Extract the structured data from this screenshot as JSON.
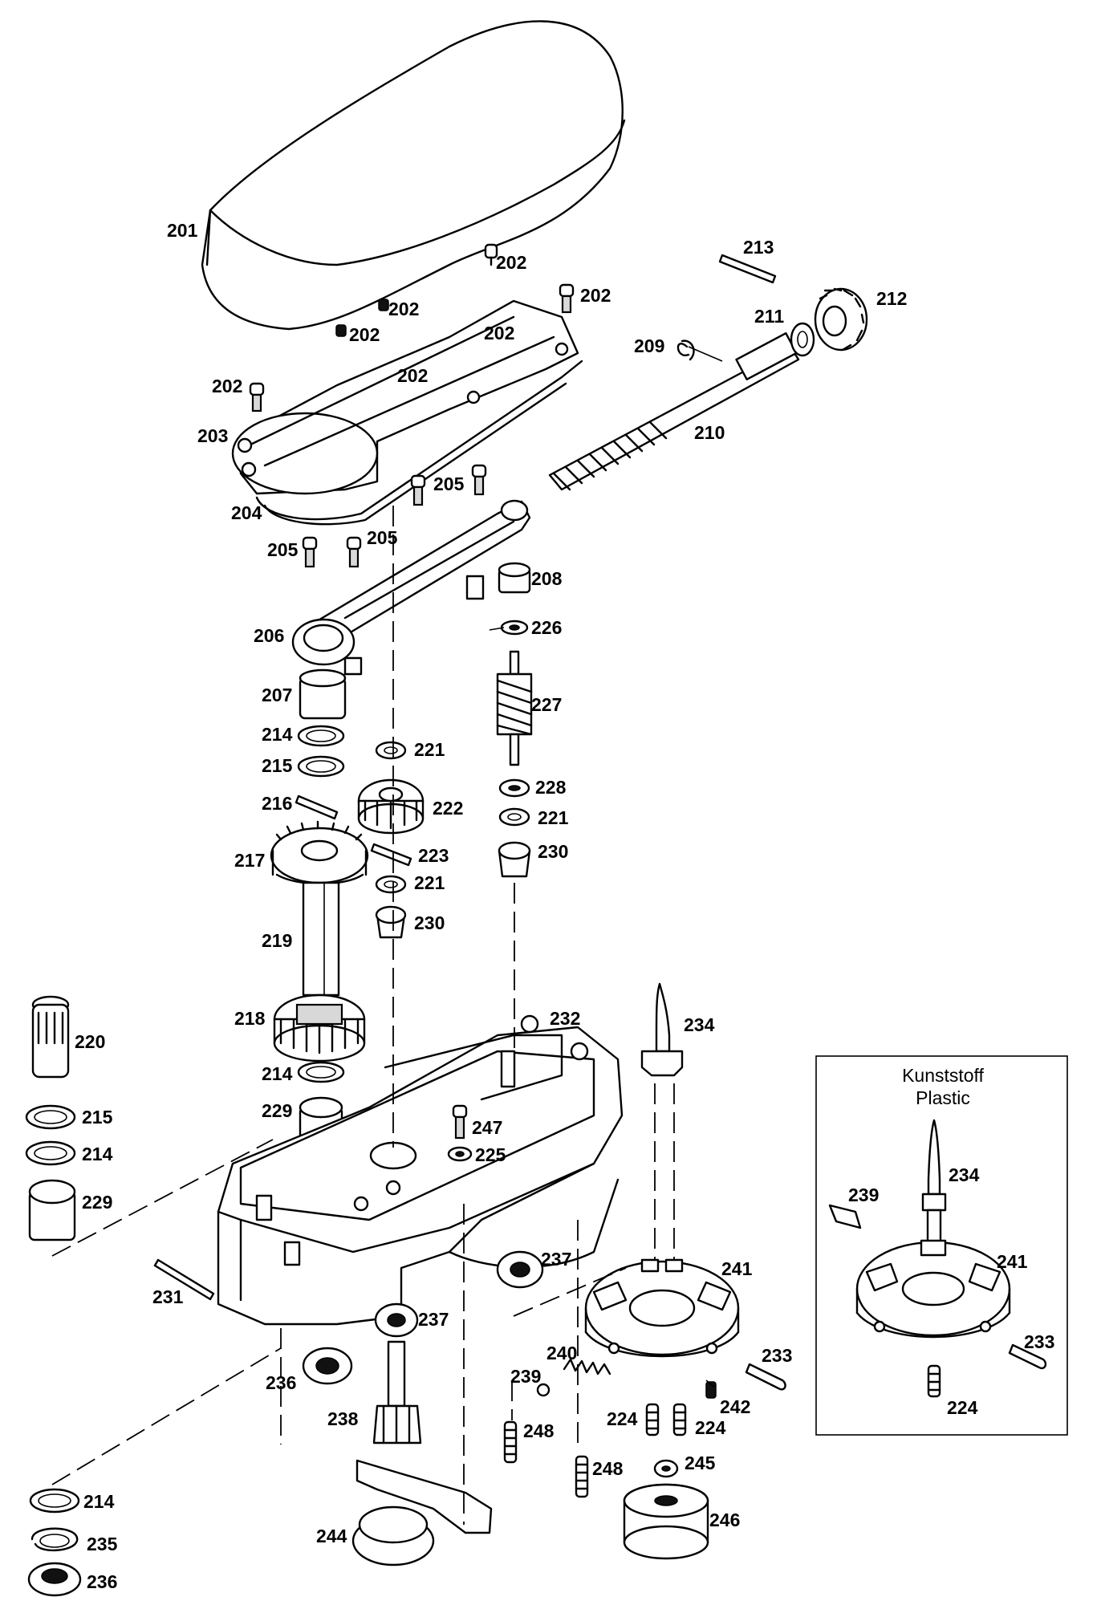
{
  "inset": {
    "title_line1": "Kunststoff",
    "title_line2": "Plastic"
  },
  "labels": [
    {
      "id": "l201",
      "text": "201"
    },
    {
      "id": "l202a",
      "text": "202"
    },
    {
      "id": "l202b",
      "text": "202"
    },
    {
      "id": "l202c",
      "text": "202"
    },
    {
      "id": "l202d",
      "text": "202"
    },
    {
      "id": "l202e",
      "text": "202"
    },
    {
      "id": "l202f",
      "text": "202"
    },
    {
      "id": "l202g",
      "text": "202"
    },
    {
      "id": "l202h",
      "text": "202"
    },
    {
      "id": "l203",
      "text": "203"
    },
    {
      "id": "l204",
      "text": "204"
    },
    {
      "id": "l205a",
      "text": "205"
    },
    {
      "id": "l205b",
      "text": "205"
    },
    {
      "id": "l205c",
      "text": "205"
    },
    {
      "id": "l206",
      "text": "206"
    },
    {
      "id": "l207",
      "text": "207"
    },
    {
      "id": "l208",
      "text": "208"
    },
    {
      "id": "l209",
      "text": "209"
    },
    {
      "id": "l210",
      "text": "210"
    },
    {
      "id": "l211",
      "text": "211"
    },
    {
      "id": "l212",
      "text": "212"
    },
    {
      "id": "l213",
      "text": "213"
    },
    {
      "id": "l214a",
      "text": "214"
    },
    {
      "id": "l214b",
      "text": "214"
    },
    {
      "id": "l214c",
      "text": "214"
    },
    {
      "id": "l214d",
      "text": "214"
    },
    {
      "id": "l215a",
      "text": "215"
    },
    {
      "id": "l215b",
      "text": "215"
    },
    {
      "id": "l216",
      "text": "216"
    },
    {
      "id": "l217",
      "text": "217"
    },
    {
      "id": "l218",
      "text": "218"
    },
    {
      "id": "l219",
      "text": "219"
    },
    {
      "id": "l220",
      "text": "220"
    },
    {
      "id": "l221a",
      "text": "221"
    },
    {
      "id": "l221b",
      "text": "221"
    },
    {
      "id": "l221c",
      "text": "221"
    },
    {
      "id": "l222",
      "text": "222"
    },
    {
      "id": "l223",
      "text": "223"
    },
    {
      "id": "l224a",
      "text": "224"
    },
    {
      "id": "l224b",
      "text": "224"
    },
    {
      "id": "l224c",
      "text": "224"
    },
    {
      "id": "l225",
      "text": "225"
    },
    {
      "id": "l226",
      "text": "226"
    },
    {
      "id": "l227",
      "text": "227"
    },
    {
      "id": "l228",
      "text": "228"
    },
    {
      "id": "l229a",
      "text": "229"
    },
    {
      "id": "l229b",
      "text": "229"
    },
    {
      "id": "l230a",
      "text": "230"
    },
    {
      "id": "l230b",
      "text": "230"
    },
    {
      "id": "l231",
      "text": "231"
    },
    {
      "id": "l232",
      "text": "232"
    },
    {
      "id": "l233a",
      "text": "233"
    },
    {
      "id": "l233b",
      "text": "233"
    },
    {
      "id": "l234a",
      "text": "234"
    },
    {
      "id": "l234b",
      "text": "234"
    },
    {
      "id": "l235",
      "text": "235"
    },
    {
      "id": "l236a",
      "text": "236"
    },
    {
      "id": "l236b",
      "text": "236"
    },
    {
      "id": "l237a",
      "text": "237"
    },
    {
      "id": "l237b",
      "text": "237"
    },
    {
      "id": "l238",
      "text": "238"
    },
    {
      "id": "l239a",
      "text": "239"
    },
    {
      "id": "l239b",
      "text": "239"
    },
    {
      "id": "l240",
      "text": "240"
    },
    {
      "id": "l241a",
      "text": "241"
    },
    {
      "id": "l241b",
      "text": "241"
    },
    {
      "id": "l242",
      "text": "242"
    },
    {
      "id": "l244",
      "text": "244"
    },
    {
      "id": "l245",
      "text": "245"
    },
    {
      "id": "l246",
      "text": "246"
    },
    {
      "id": "l247",
      "text": "247"
    },
    {
      "id": "l248a",
      "text": "248"
    },
    {
      "id": "l248b",
      "text": "248"
    }
  ]
}
